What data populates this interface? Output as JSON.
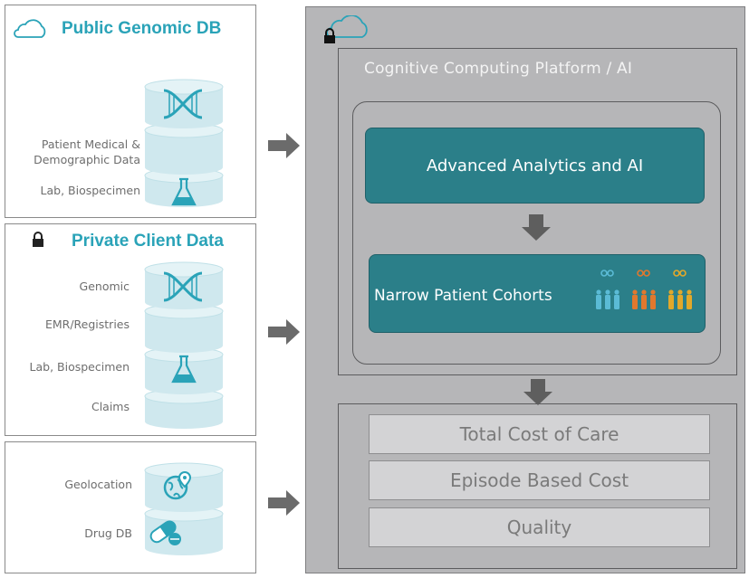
{
  "public_panel": {
    "title": "Public Genomic DB",
    "icon": "cloud-icon",
    "layers": [
      {
        "label": "",
        "icon": "dna-icon"
      },
      {
        "label": "Patient Medical &\nDemographic Data",
        "icon": ""
      },
      {
        "label": "Lab, Biospecimen",
        "icon": "flask-icon"
      }
    ]
  },
  "private_panel": {
    "title": "Private Client Data",
    "icon": "lock-icon",
    "layers": [
      {
        "label": "Genomic",
        "icon": "dna-icon"
      },
      {
        "label": "EMR/Registries",
        "icon": ""
      },
      {
        "label": "Lab, Biospecimen",
        "icon": "flask-icon"
      },
      {
        "label": "Claims",
        "icon": ""
      }
    ]
  },
  "other_panel": {
    "layers": [
      {
        "label": "Geolocation",
        "icon": "globe-pin-icon"
      },
      {
        "label": "Drug DB",
        "icon": "pills-icon"
      }
    ]
  },
  "platform": {
    "title": "Cognitive Computing Platform / AI",
    "corner_icons": [
      "cloud-icon",
      "lock-icon"
    ],
    "analytics_label": "Advanced Analytics and AI",
    "cohorts_label": "Narrow Patient Cohorts",
    "cohort_colors": [
      "#5bbbd6",
      "#e0782e",
      "#e2a82a"
    ]
  },
  "outcomes": [
    "Total Cost of Care",
    "Episode Based Cost",
    "Quality"
  ],
  "colors": {
    "accent_teal": "#2aa3b8",
    "cylinder": "#cfe8ee",
    "box_teal": "#2b7f89",
    "panel_gray": "#b6b6b8",
    "arrow_gray": "#6b6b6b"
  }
}
